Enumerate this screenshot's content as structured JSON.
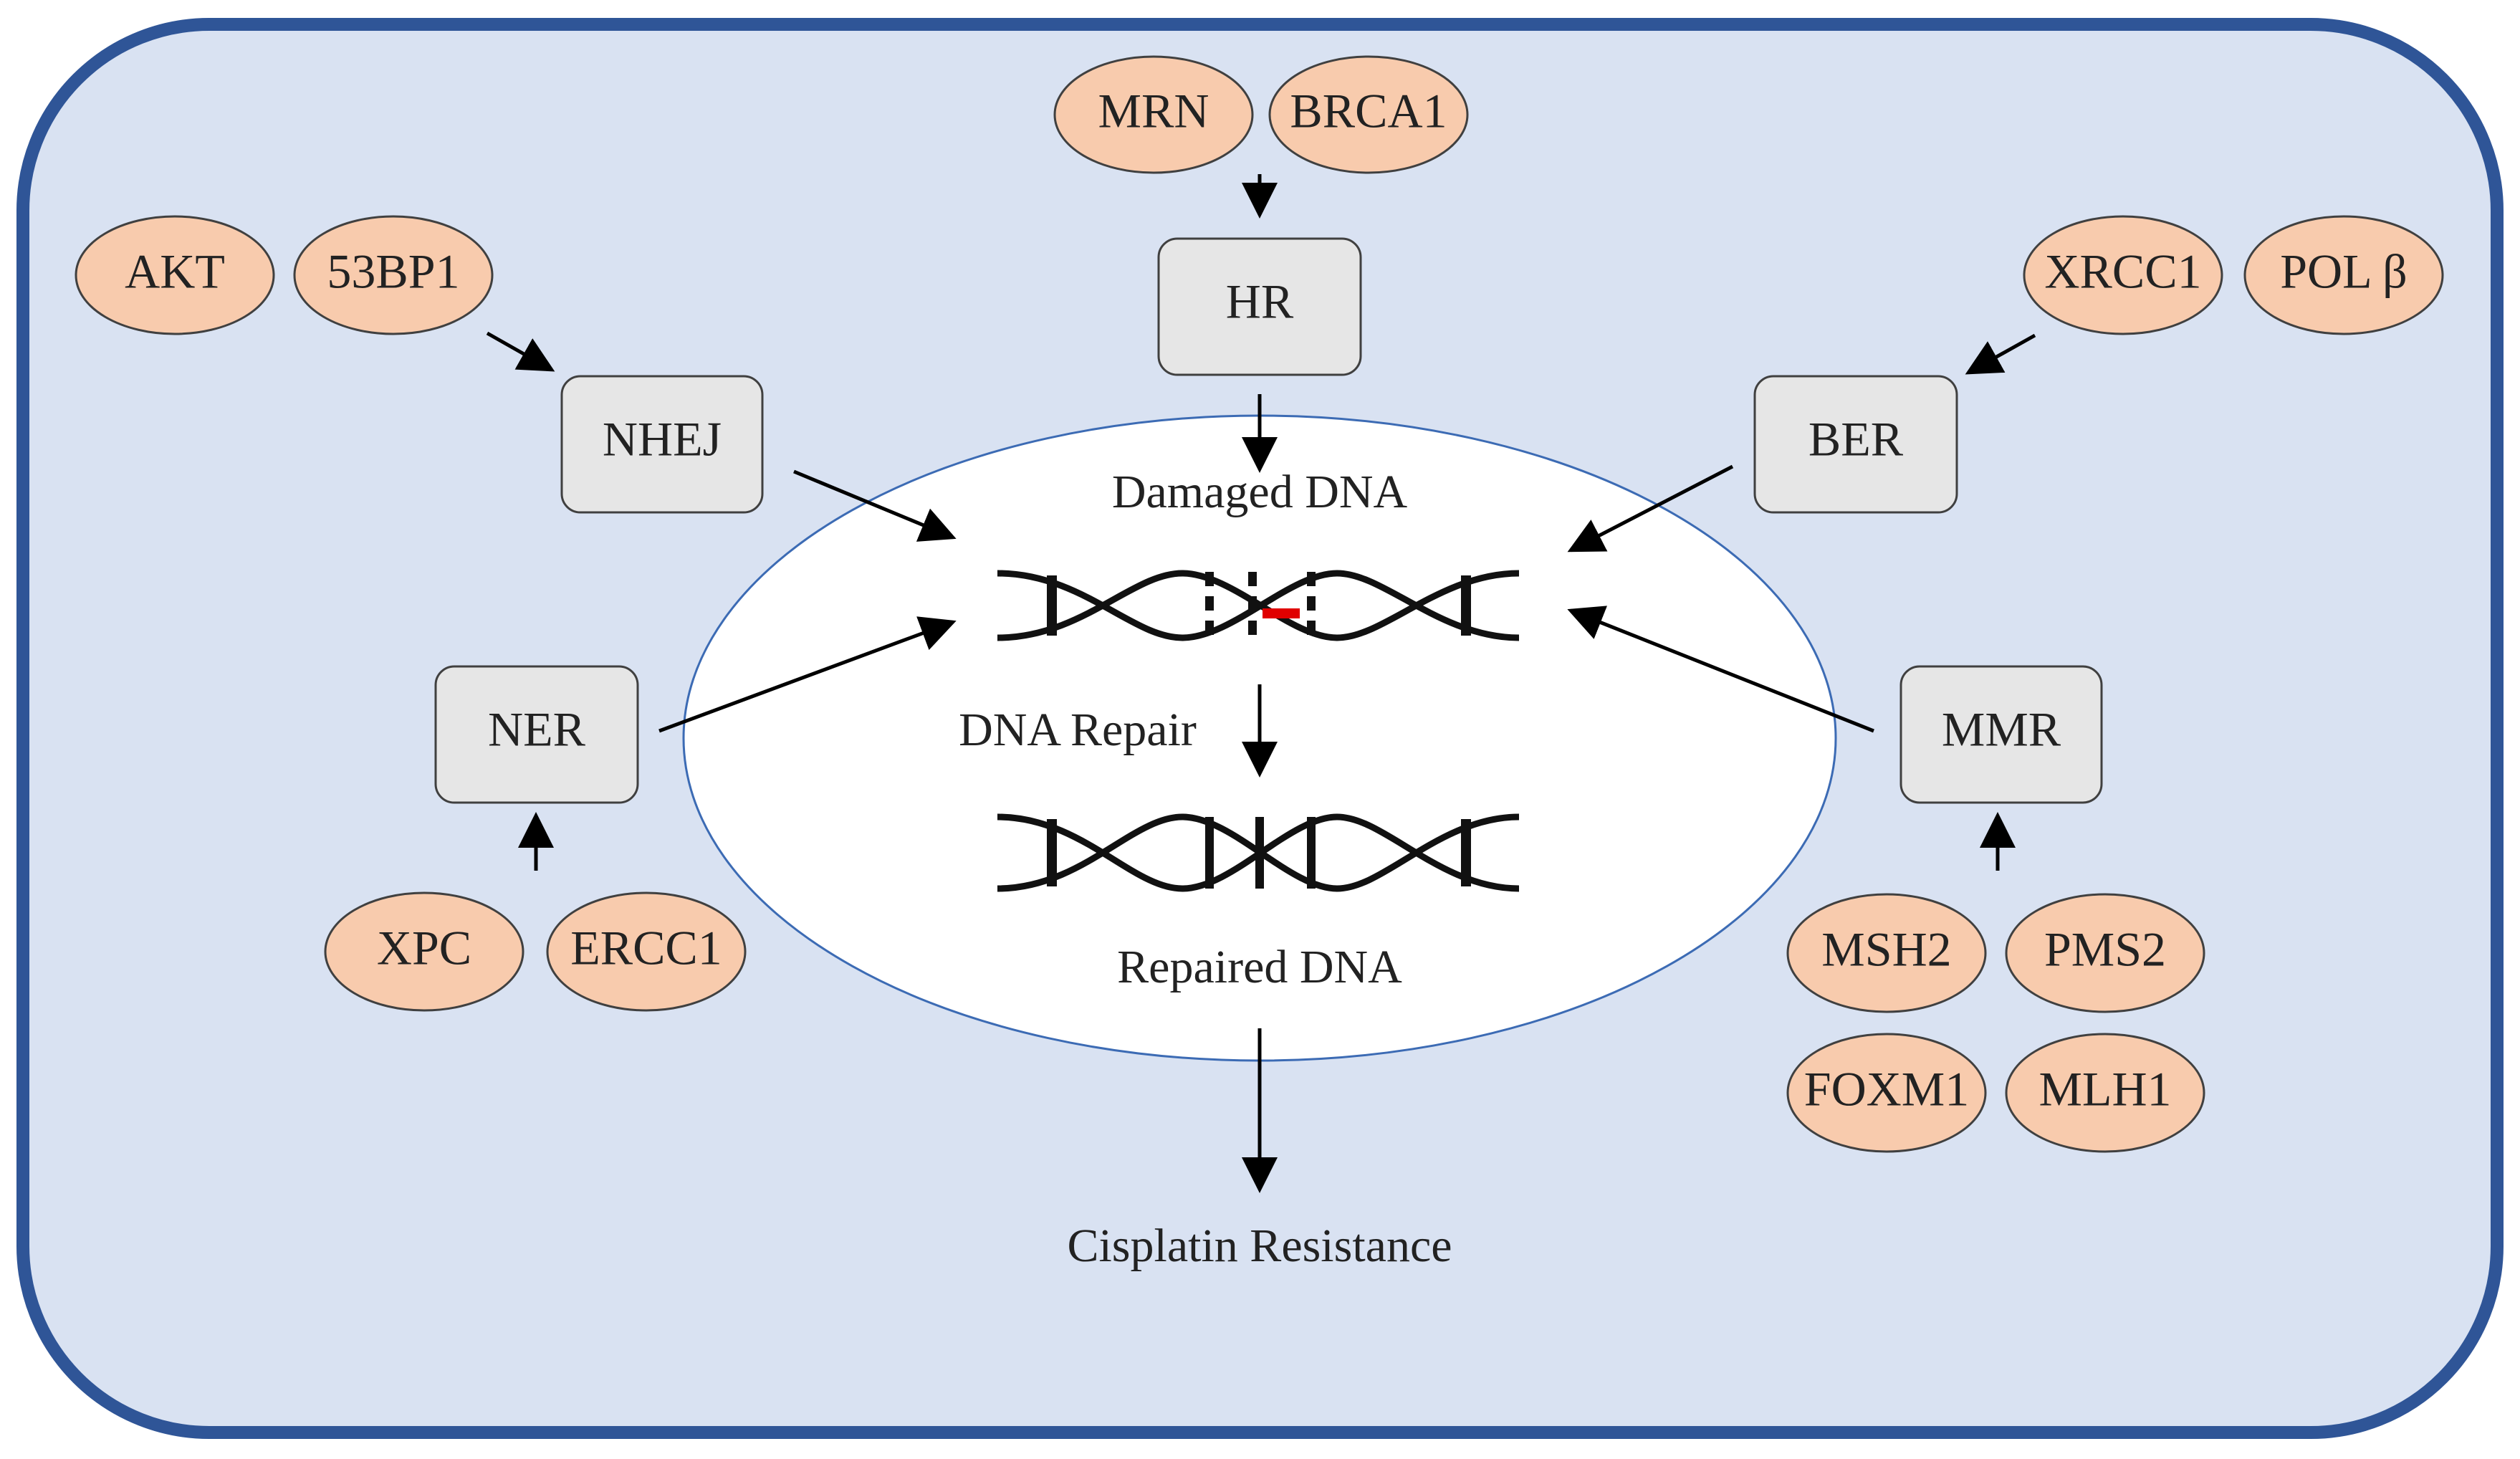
{
  "colors": {
    "cell_fill": "#d9e2f2",
    "cell_border": "#2f5597",
    "nucleus_fill": "#ffffff",
    "nucleus_border": "#3c6bb4",
    "protein_fill": "#f8cbad",
    "protein_border": "#404040",
    "pathway_fill": "#e6e6e6",
    "pathway_border": "#404040",
    "arrow": "#000000",
    "lesion": "#e00000"
  },
  "pathways": {
    "hr": "HR",
    "nhej": "NHEJ",
    "ber": "BER",
    "ner": "NER",
    "mmr": "MMR"
  },
  "proteins": {
    "mrn": "MRN",
    "brca1": "BRCA1",
    "akt": "AKT",
    "p53bp1": "53BP1",
    "xrcc1": "XRCC1",
    "pol_beta": "POL β",
    "xpc": "XPC",
    "ercc1": "ERCC1",
    "msh2": "MSH2",
    "pms2": "PMS2",
    "foxm1": "FOXM1",
    "mlh1": "MLH1"
  },
  "labels": {
    "damaged_dna": "Damaged DNA",
    "dna_repair": "DNA Repair",
    "repaired_dna": "Repaired DNA",
    "cisplatin_resistance": "Cisplatin Resistance"
  }
}
